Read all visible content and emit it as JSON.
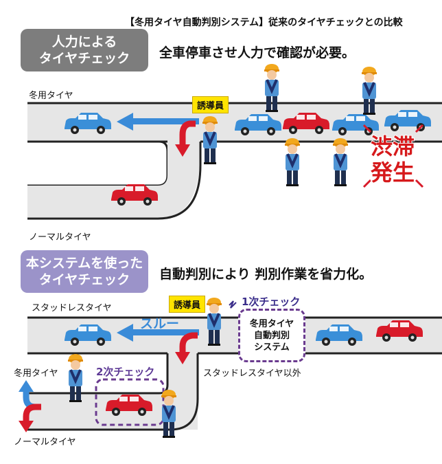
{
  "header": {
    "title": "【冬用タイヤ自動判別システム】従来のタイヤチェックとの比較"
  },
  "old_method": {
    "badge_line1": "人力による",
    "badge_line2": "タイヤチェック",
    "caption": "全車停車させ人力で確認が必要。",
    "lane_top_label": "冬用タイヤ",
    "lane_bottom_label": "ノーマルタイヤ",
    "guide_label": "誘導員",
    "jam_line1": "渋滞",
    "jam_line2": "発生"
  },
  "new_method": {
    "badge_line1": "本システムを使った",
    "badge_line2": "タイヤチェック",
    "caption": "自動判別により 判別作業を省力化。",
    "lane_top_label": "スタッドレスタイヤ",
    "guide_label": "誘導員",
    "first_check": "1次チェック",
    "system_line1": "冬用タイヤ",
    "system_line2": "自動判別",
    "system_line3": "システム",
    "pass_label": "スルー",
    "other_label": "スタッドレスタイヤ以外",
    "second_check": "2次チェック",
    "winter_label": "冬用タイヤ",
    "normal_label": "ノーマルタイヤ"
  },
  "colors": {
    "blue_car": "#3a8fd8",
    "red_car": "#d81b2a",
    "road": "#e6e6e6",
    "road_edge": "#222222",
    "arrow_blue": "#3a8bd8",
    "arrow_red": "#d81b2a"
  }
}
